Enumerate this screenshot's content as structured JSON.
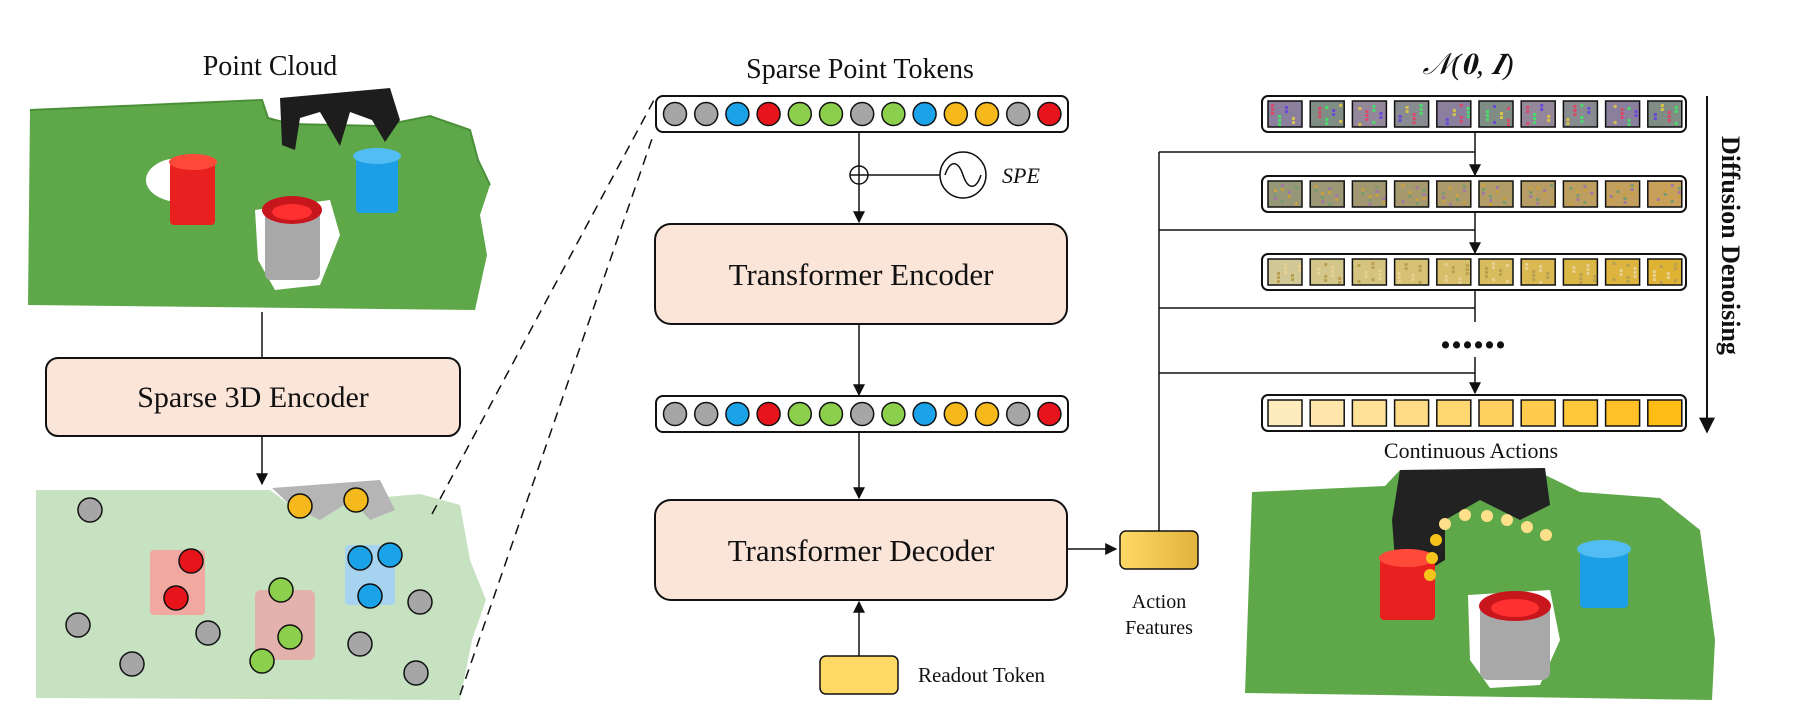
{
  "labels": {
    "point_cloud": "Point Cloud",
    "sparse_encoder": "Sparse 3D Encoder",
    "sparse_tokens": "Sparse Point Tokens",
    "spe": "SPE",
    "transformer_encoder": "Transformer Encoder",
    "transformer_decoder": "Transformer Decoder",
    "readout_token": "Readout Token",
    "action_features_line1": "Action",
    "action_features_line2": "Features",
    "noise_dist": "𝒩(𝟎, 𝑰)",
    "diffusion_denoising": "Diffusion Denoising",
    "continuous_actions": "Continuous Actions",
    "ellipsis": "......"
  },
  "token_sequence": [
    "gray",
    "gray",
    "blue",
    "red",
    "green",
    "green",
    "gray",
    "green",
    "blue",
    "yellow",
    "yellow",
    "gray",
    "red"
  ],
  "denoise_steps": 10,
  "colors": {
    "token_gray": "#a6a6a6",
    "token_blue": "#1aa3e8",
    "token_red": "#e8141b",
    "token_green": "#8ccf4d",
    "token_yellow": "#f6b91b",
    "block_fill": "#fbe4d8",
    "readout_fill": "#ffd966",
    "table_green": "#5fa84a",
    "table_pale": "#c6e2c0"
  }
}
